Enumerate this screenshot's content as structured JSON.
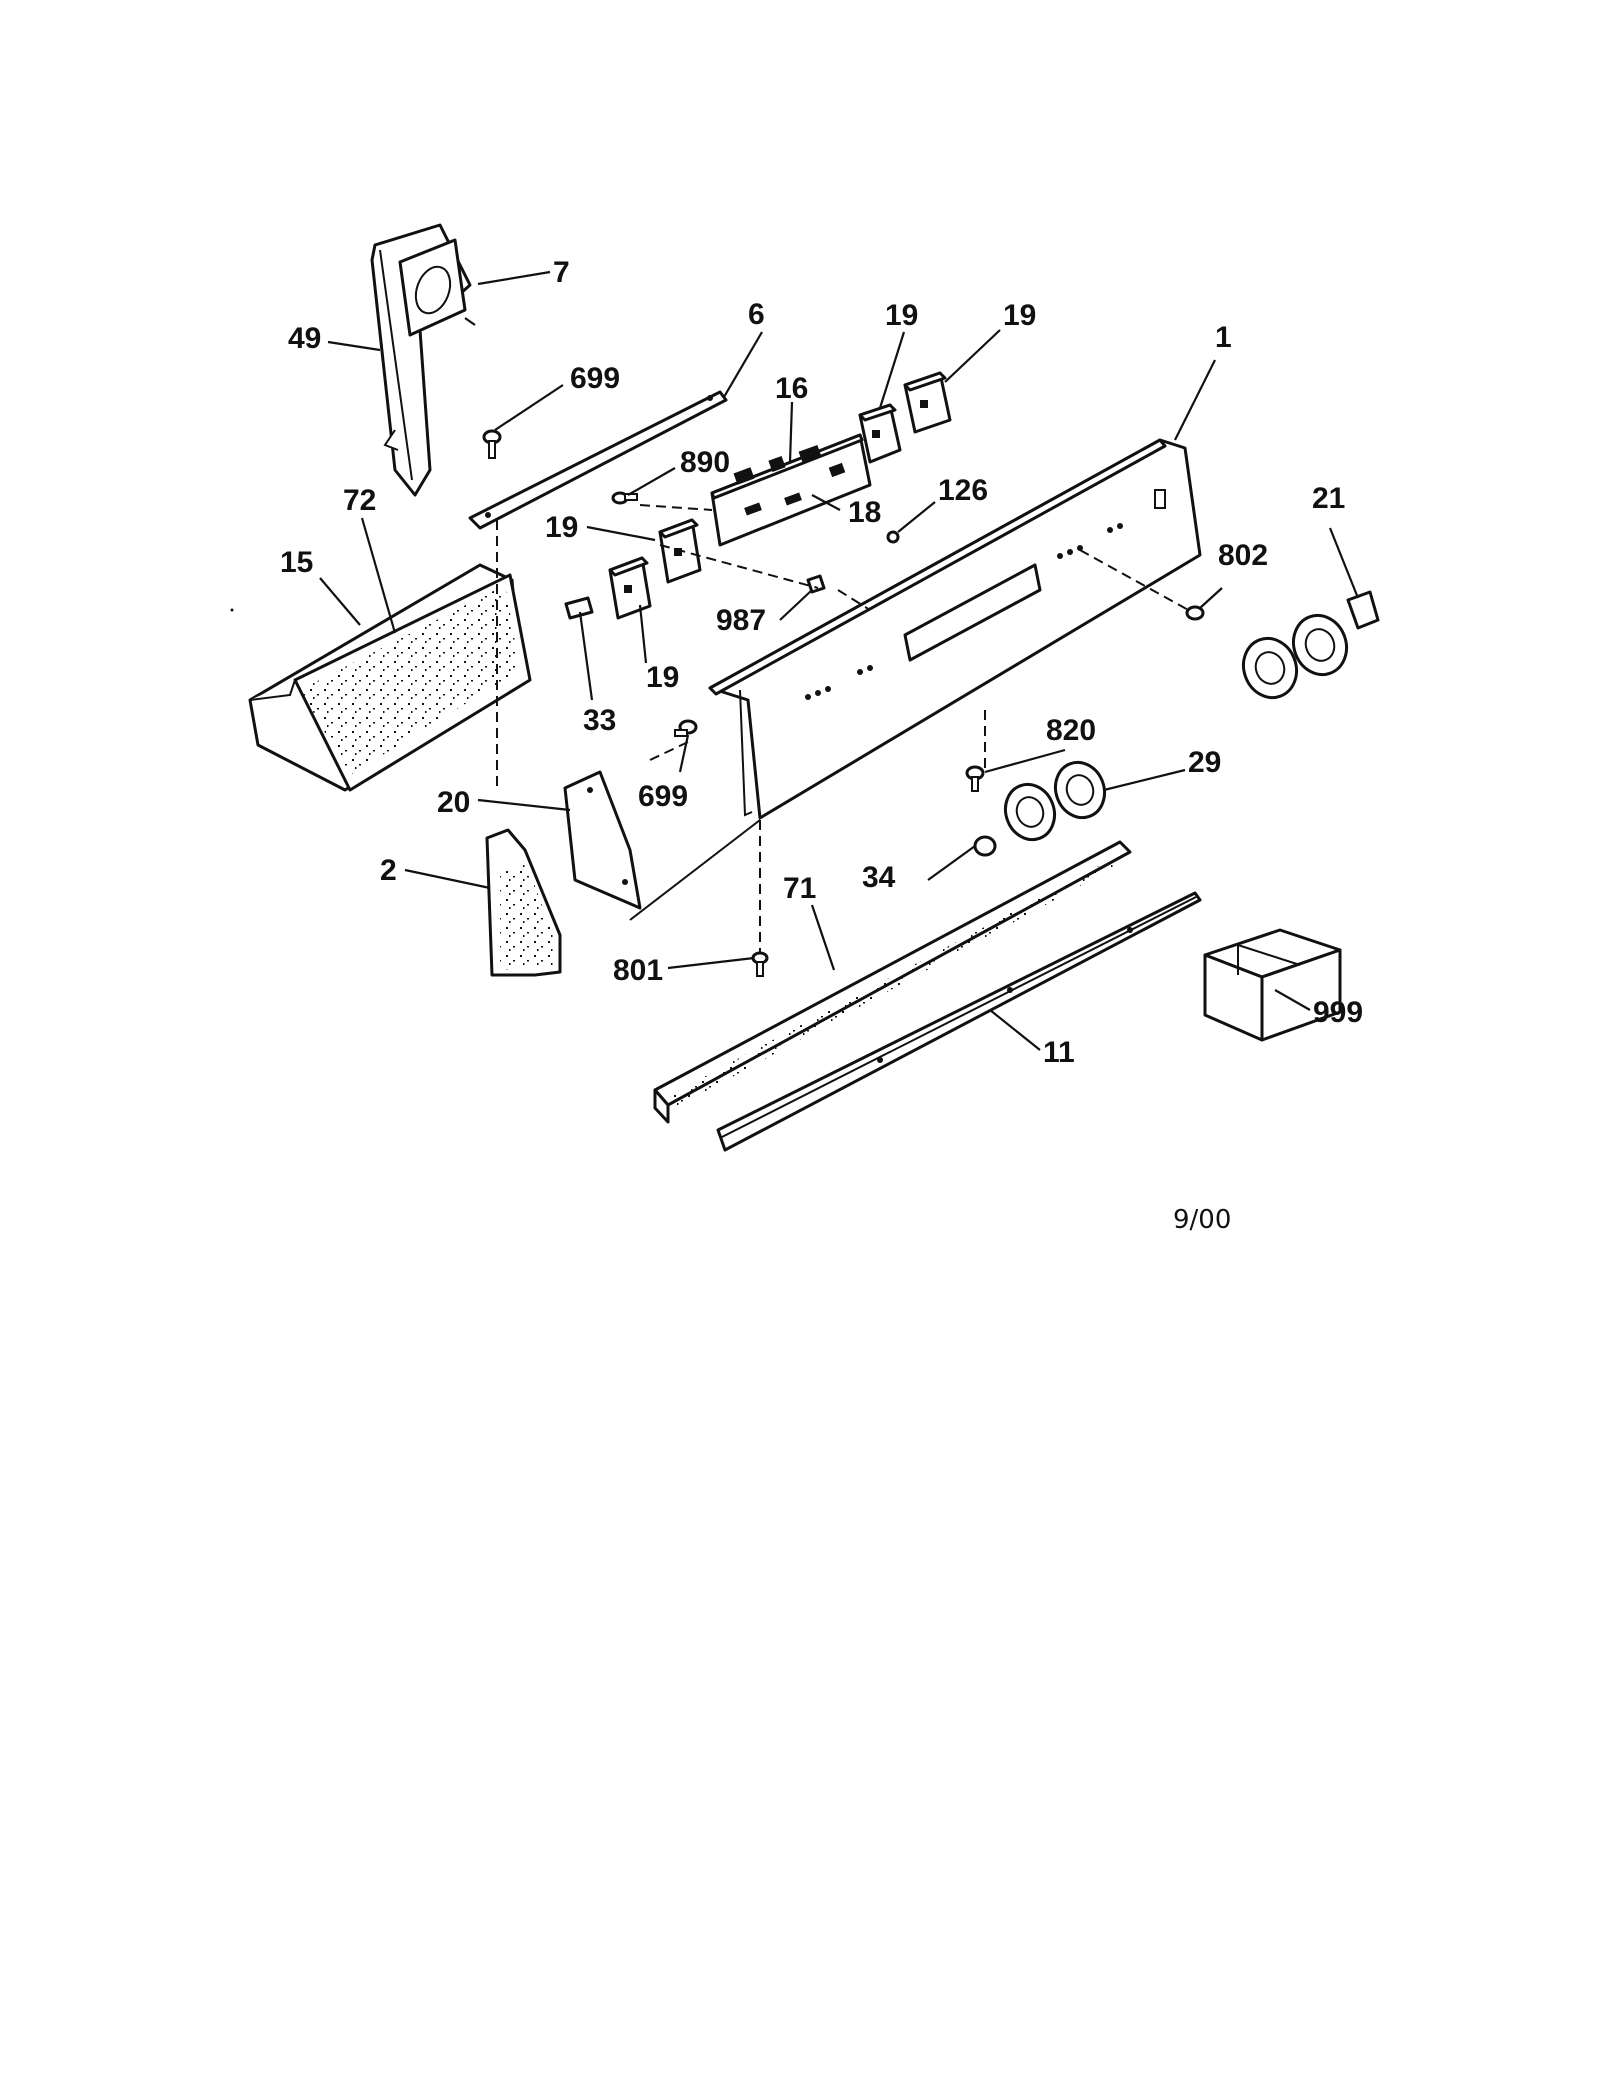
{
  "callouts": {
    "c7": "7",
    "c49": "49",
    "c6": "6",
    "c699a": "699",
    "c16": "16",
    "c19a": "19",
    "c19b": "19",
    "c1": "1",
    "c890": "890",
    "c18": "18",
    "c126": "126",
    "c72": "72",
    "c15": "15",
    "c19c": "19",
    "c21": "21",
    "c802": "802",
    "c987": "987",
    "c19d": "19",
    "c33": "33",
    "c820": "820",
    "c29": "29",
    "c20": "20",
    "c699b": "699",
    "c2": "2",
    "c71": "71",
    "c34": "34",
    "c801": "801",
    "c999": "999",
    "c11": "11"
  },
  "footer": {
    "date_code": "9/00"
  }
}
